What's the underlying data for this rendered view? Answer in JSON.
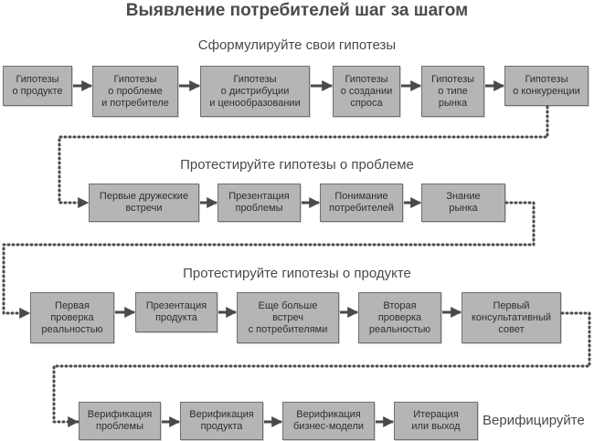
{
  "title": "Выявление потребителей шаг за шагом",
  "sections": [
    {
      "heading": "Сформулируйте свои гипотезы",
      "steps": [
        "Гипотезы\nо продукте",
        "Гипотезы\nо проблеме\nи потребителе",
        "Гипотезы\nо дистрибуции\nи ценообразовании",
        "Гипотезы\nо создании\nспроса",
        "Гипотезы\nо типе\nрынка",
        "Гипотезы\nо конкуренции"
      ]
    },
    {
      "heading": "Протестируйте гипотезы о проблеме",
      "steps": [
        "Первые дружеские\nвстречи",
        "Презентация\nпроблемы",
        "Понимание\nпотребителей",
        "Знание\nрынка"
      ]
    },
    {
      "heading": "Протестируйте гипотезы о продукте",
      "steps": [
        "Первая\nпроверка\nреальностью",
        "Презентация\nпродукта",
        "Еще больше\nвстреч\nс потребителями",
        "Вторая\nпроверка\nреальностью",
        "Первый\nконсультативный\nсовет"
      ]
    },
    {
      "heading": "Верифицируйте",
      "steps": [
        "Верификация\nпроблемы",
        "Верификация\nпродукта",
        "Верификация\nбизнес-модели",
        "Итерация\nили выход"
      ]
    }
  ],
  "colors": {
    "box_fill": "#b5b5b5",
    "box_border": "#6f6f6f",
    "arrow": "#4a4a4a",
    "text": "#3a3a3a"
  }
}
